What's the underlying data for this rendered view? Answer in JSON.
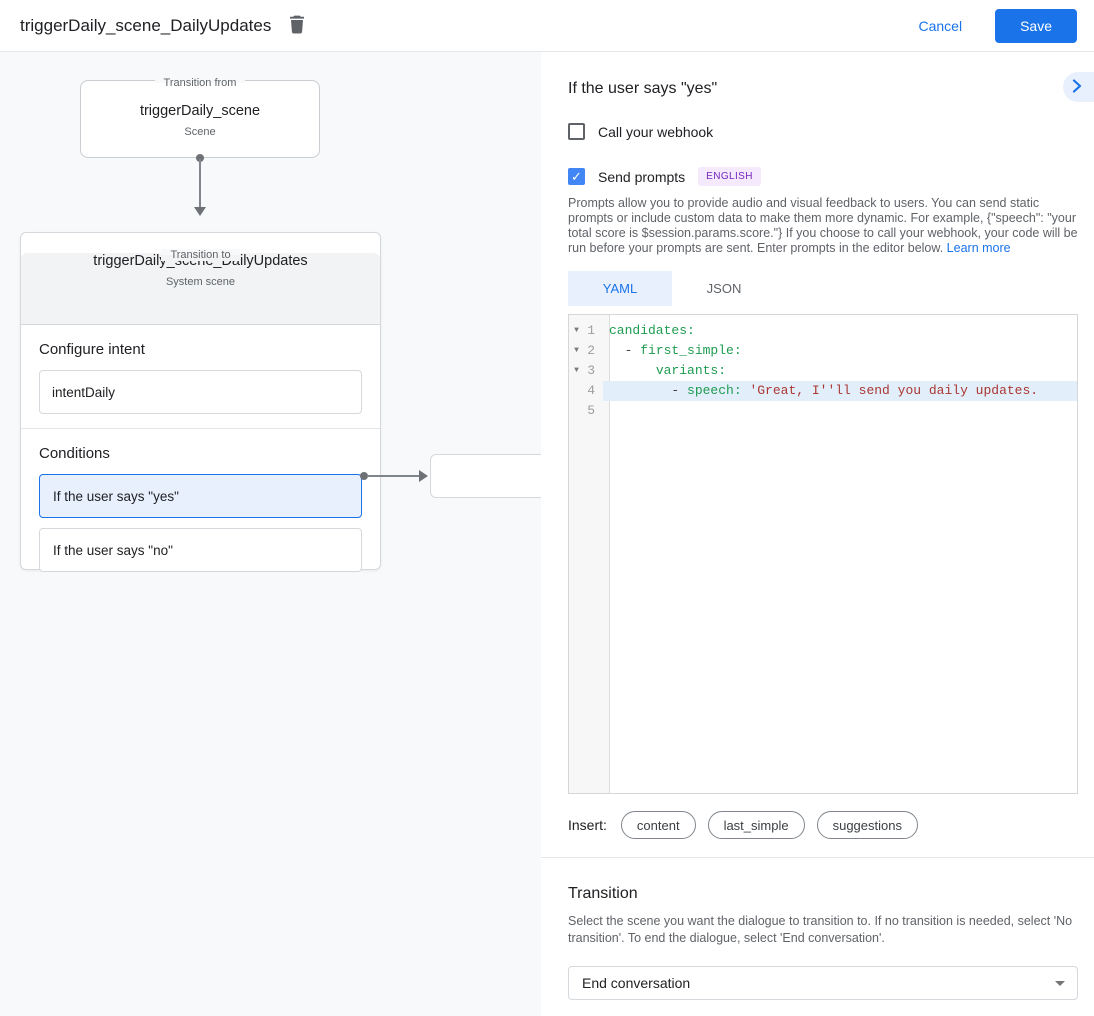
{
  "topbar": {
    "title": "triggerDaily_scene_DailyUpdates",
    "cancel_label": "Cancel",
    "save_label": "Save"
  },
  "diagram": {
    "from_box": {
      "frame_label": "Transition from",
      "title": "triggerDaily_scene",
      "subtitle": "Scene"
    },
    "to_card": {
      "frame_label": "Transition to",
      "title": "triggerDaily_scene_DailyUpdates",
      "subtitle": "System scene",
      "intent_section_label": "Configure intent",
      "intent_value": "intentDaily",
      "conditions_section_label": "Conditions",
      "conditions": [
        {
          "label": "If the user says \"yes\"",
          "selected": true
        },
        {
          "label": "If the user says \"no\"",
          "selected": false
        }
      ]
    }
  },
  "panel": {
    "title": "If the user says \"yes\"",
    "webhook_checkbox": {
      "label": "Call your webhook",
      "checked": false
    },
    "prompts_checkbox": {
      "label": "Send prompts",
      "checked": true,
      "badge": "ENGLISH"
    },
    "description": "Prompts allow you to provide audio and visual feedback to users. You can send static prompts or include custom data to make them more dynamic. For example, {\"speech\": \"your total score is $session.params.score.\"} If you choose to call your webhook, your code will be run before your prompts are sent. Enter prompts in the editor below. ",
    "learn_more_label": "Learn more",
    "tabs": [
      {
        "label": "YAML",
        "active": true
      },
      {
        "label": "JSON",
        "active": false
      }
    ],
    "editor": {
      "active_line": 4,
      "lines": [
        {
          "number": 1,
          "fold": true,
          "segments": [
            {
              "text": "candidates:",
              "type": "key"
            }
          ]
        },
        {
          "number": 2,
          "fold": true,
          "segments": [
            {
              "text": "  - ",
              "type": "plain"
            },
            {
              "text": "first_simple:",
              "type": "key"
            }
          ]
        },
        {
          "number": 3,
          "fold": true,
          "segments": [
            {
              "text": "      ",
              "type": "plain"
            },
            {
              "text": "variants:",
              "type": "key"
            }
          ]
        },
        {
          "number": 4,
          "fold": false,
          "segments": [
            {
              "text": "        - ",
              "type": "plain"
            },
            {
              "text": "speech:",
              "type": "key"
            },
            {
              "text": " ",
              "type": "plain"
            },
            {
              "text": "'Great, I''ll send you daily updates.",
              "type": "string"
            }
          ]
        },
        {
          "number": 5,
          "fold": false,
          "segments": []
        }
      ]
    },
    "insert": {
      "label": "Insert:",
      "chips": [
        "content",
        "last_simple",
        "suggestions"
      ]
    },
    "transition": {
      "title": "Transition",
      "description": "Select the scene you want the dialogue to transition to. If no transition is needed, select 'No transition'. To end the dialogue, select 'End conversation'.",
      "dropdown_value": "End conversation"
    }
  },
  "colors": {
    "accent_blue": "#1a73e8",
    "checkbox_blue": "#4285f4",
    "selected_condition_bg": "#e8f0fe",
    "badge_bg": "#f4e9fd",
    "badge_text": "#7627bb",
    "code_key_green": "#1e9c50",
    "code_string_red": "#a93832",
    "active_line_bg": "#e3eefb"
  }
}
